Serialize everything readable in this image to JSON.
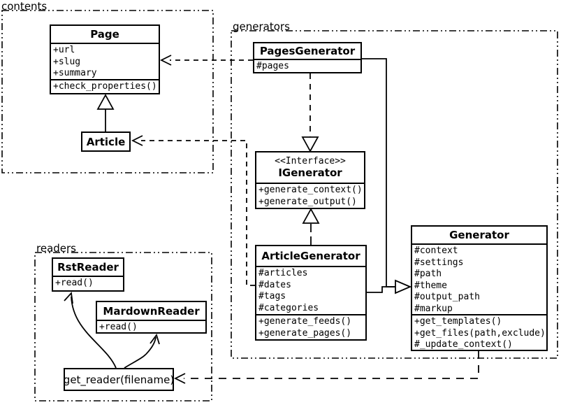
{
  "diagram": {
    "kind": "uml-class-diagram",
    "colors": {
      "background": "#ffffff",
      "line": "#000000",
      "node_fill": "#ffffff",
      "text": "#000000"
    }
  },
  "packages": {
    "contents": {
      "label": "contents"
    },
    "generators": {
      "label": "generators"
    },
    "readers": {
      "label": "readers"
    }
  },
  "classes": {
    "page": {
      "name": "Page",
      "attributes": [
        "+url",
        "+slug",
        "+summary"
      ],
      "methods": [
        "+check_properties()"
      ]
    },
    "article": {
      "name": "Article"
    },
    "pages_generator": {
      "name": "PagesGenerator",
      "attributes": [
        "#pages"
      ]
    },
    "igenerator": {
      "stereotype": "<<Interface>>",
      "name": "IGenerator",
      "methods": [
        "+generate_context()",
        "+generate_output()"
      ]
    },
    "article_generator": {
      "name": "ArticleGenerator",
      "attributes": [
        "#articles",
        "#dates",
        "#tags",
        "#categories"
      ],
      "methods": [
        "+generate_feeds()",
        "+generate_pages()"
      ]
    },
    "generator": {
      "name": "Generator",
      "attributes": [
        "#context",
        "#settings",
        "#path",
        "#theme",
        "#output_path",
        "#markup"
      ],
      "methods": [
        "+get_templates()",
        "+get_files(path,exclude)",
        "#_update_context()"
      ]
    },
    "rst_reader": {
      "name": "RstReader",
      "methods": [
        "+read()"
      ]
    },
    "markdown_reader": {
      "name": "MardownReader",
      "methods": [
        "+read()"
      ]
    },
    "get_reader": {
      "label": "get_reader(filename)"
    }
  },
  "relationships": [
    {
      "from": "Article",
      "to": "Page",
      "type": "inheritance",
      "line": "solid",
      "head": "hollow-triangle"
    },
    {
      "from": "PagesGenerator",
      "to": "Page",
      "type": "dependency",
      "line": "dashed",
      "head": "open-arrow"
    },
    {
      "from": "ArticleGenerator",
      "to": "Article",
      "type": "dependency",
      "line": "dashed",
      "head": "open-arrow"
    },
    {
      "from": "PagesGenerator",
      "to": "IGenerator",
      "type": "realization",
      "line": "dashed",
      "head": "hollow-triangle"
    },
    {
      "from": "ArticleGenerator",
      "to": "IGenerator",
      "type": "realization",
      "line": "dashed",
      "head": "hollow-triangle"
    },
    {
      "from": "PagesGenerator",
      "to": "Generator",
      "type": "inheritance",
      "line": "solid",
      "head": "hollow-triangle"
    },
    {
      "from": "ArticleGenerator",
      "to": "Generator",
      "type": "inheritance",
      "line": "solid",
      "head": "hollow-triangle"
    },
    {
      "from": "Generator",
      "to": "get_reader(filename)",
      "type": "dependency",
      "line": "dashed",
      "head": "open-arrow"
    },
    {
      "from": "get_reader(filename)",
      "to": "RstReader",
      "type": "call",
      "line": "solid-curved",
      "head": "open-arrow"
    },
    {
      "from": "get_reader(filename)",
      "to": "MardownReader",
      "type": "call",
      "line": "solid-curved",
      "head": "open-arrow"
    }
  ]
}
